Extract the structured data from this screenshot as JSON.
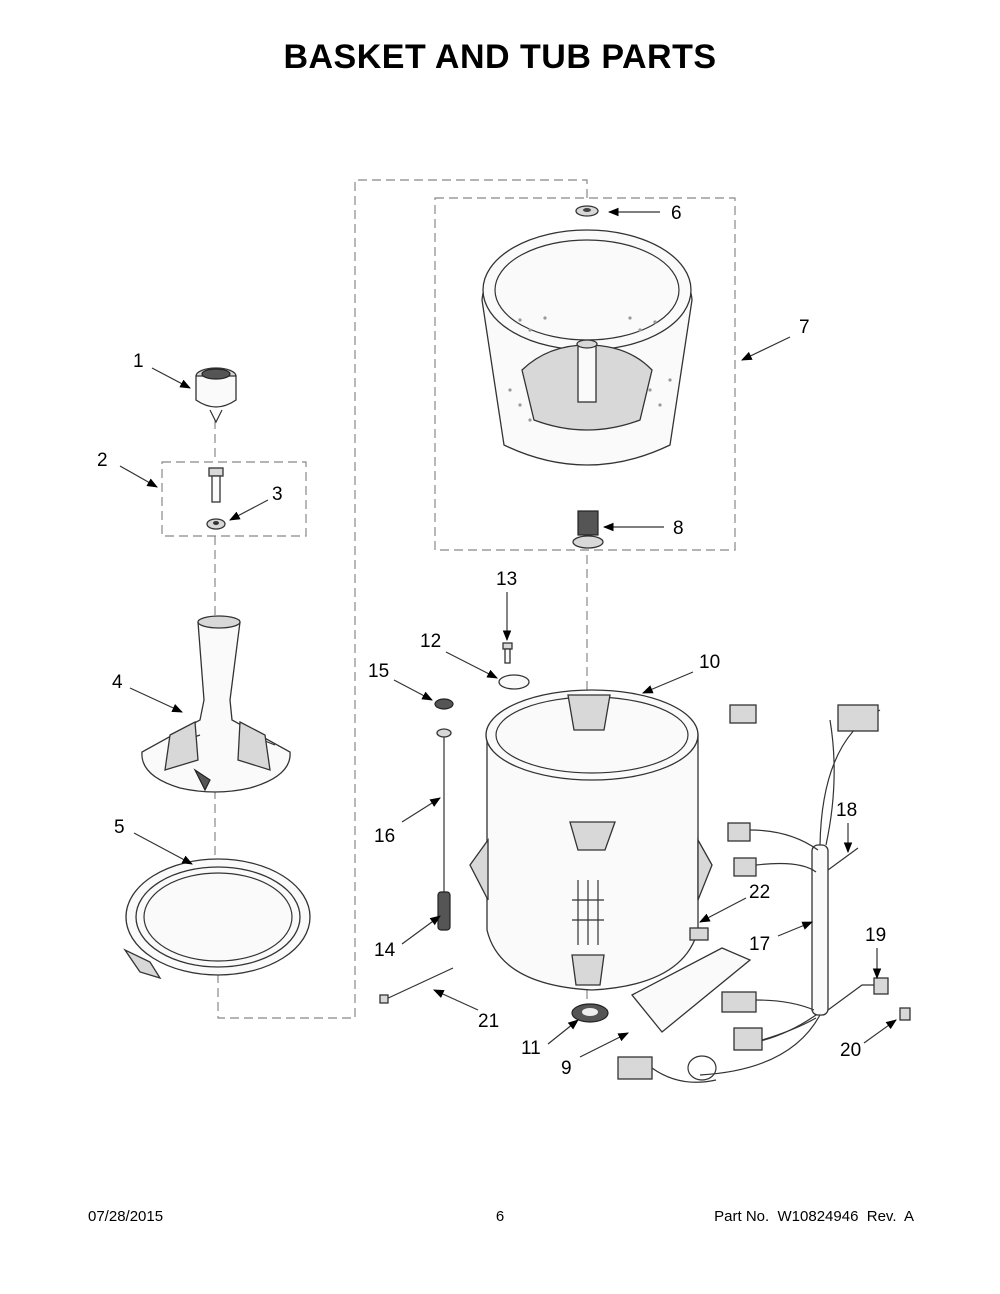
{
  "title": "BASKET AND TUB PARTS",
  "footer": {
    "date": "07/28/2015",
    "page": "6",
    "part_number": "Part No.  W10824946  Rev.  A"
  },
  "callouts": [
    "1",
    "2",
    "3",
    "4",
    "5",
    "6",
    "7",
    "8",
    "9",
    "10",
    "11",
    "12",
    "13",
    "14",
    "15",
    "16",
    "17",
    "18",
    "19",
    "20",
    "21",
    "22"
  ]
}
